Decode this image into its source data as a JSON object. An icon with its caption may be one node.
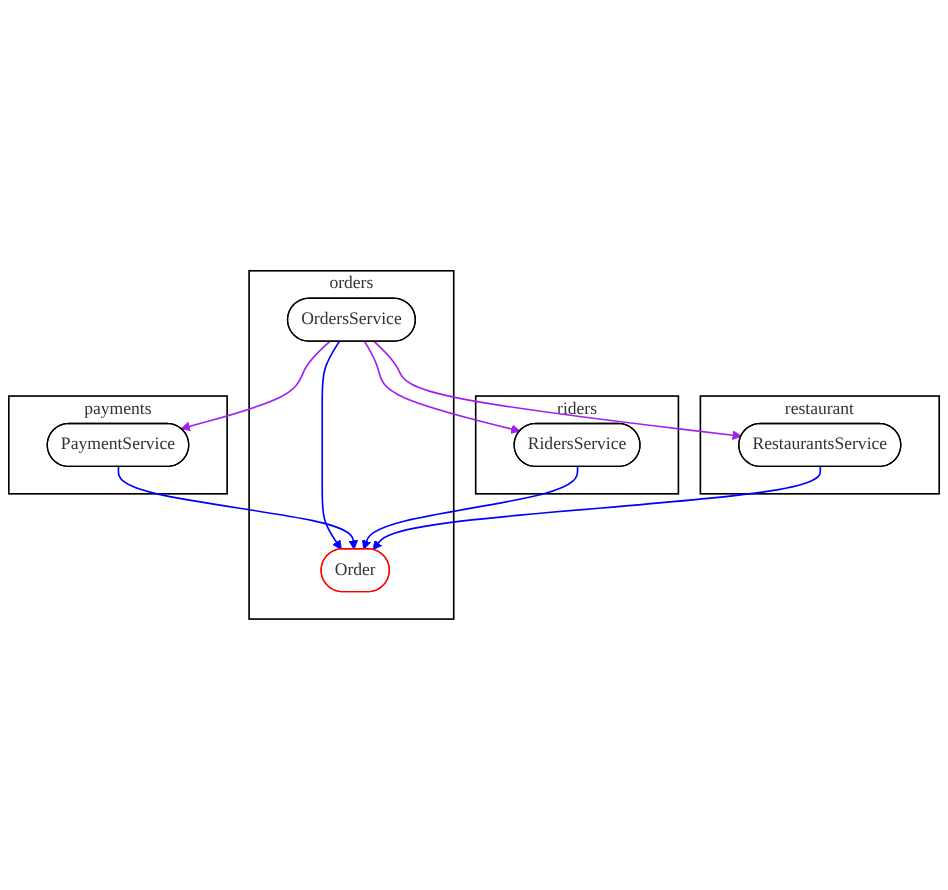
{
  "diagram": {
    "nodes": [
      {
        "text": [
          "orders"
        ]
      },
      {
        "text": [
          "OrdersService"
        ],
        "in": 0
      },
      {
        "text": [
          "Order"
        ],
        "in": 0
      },
      {
        "text": [
          "payments"
        ]
      },
      {
        "text": [
          "PaymentService"
        ],
        "in": 3
      },
      {
        "text": [
          "riders"
        ]
      },
      {
        "text": [
          "RidersService"
        ],
        "in": 5
      },
      {
        "text": [
          "restaurant"
        ]
      },
      {
        "text": [
          "RestaurantsService"
        ],
        "in": 7
      }
    ],
    "edges": [
      {
        "from": 1,
        "to": 2,
        "arrow": "to"
      },
      {
        "from": 1,
        "to": 4,
        "arrow": "to",
        "color": "#a020f0"
      },
      {
        "from": 1,
        "to": 6,
        "arrow": "to",
        "color": "#a020f0"
      },
      {
        "from": 1,
        "to": 8,
        "arrow": "to",
        "color": "#a020f0"
      },
      {
        "from": 4,
        "to": 2,
        "arrow": "to"
      },
      {
        "from": 6,
        "to": 2,
        "arrow": "to"
      },
      {
        "from": 8,
        "to": 2,
        "arrow": "to"
      }
    ]
  }
}
